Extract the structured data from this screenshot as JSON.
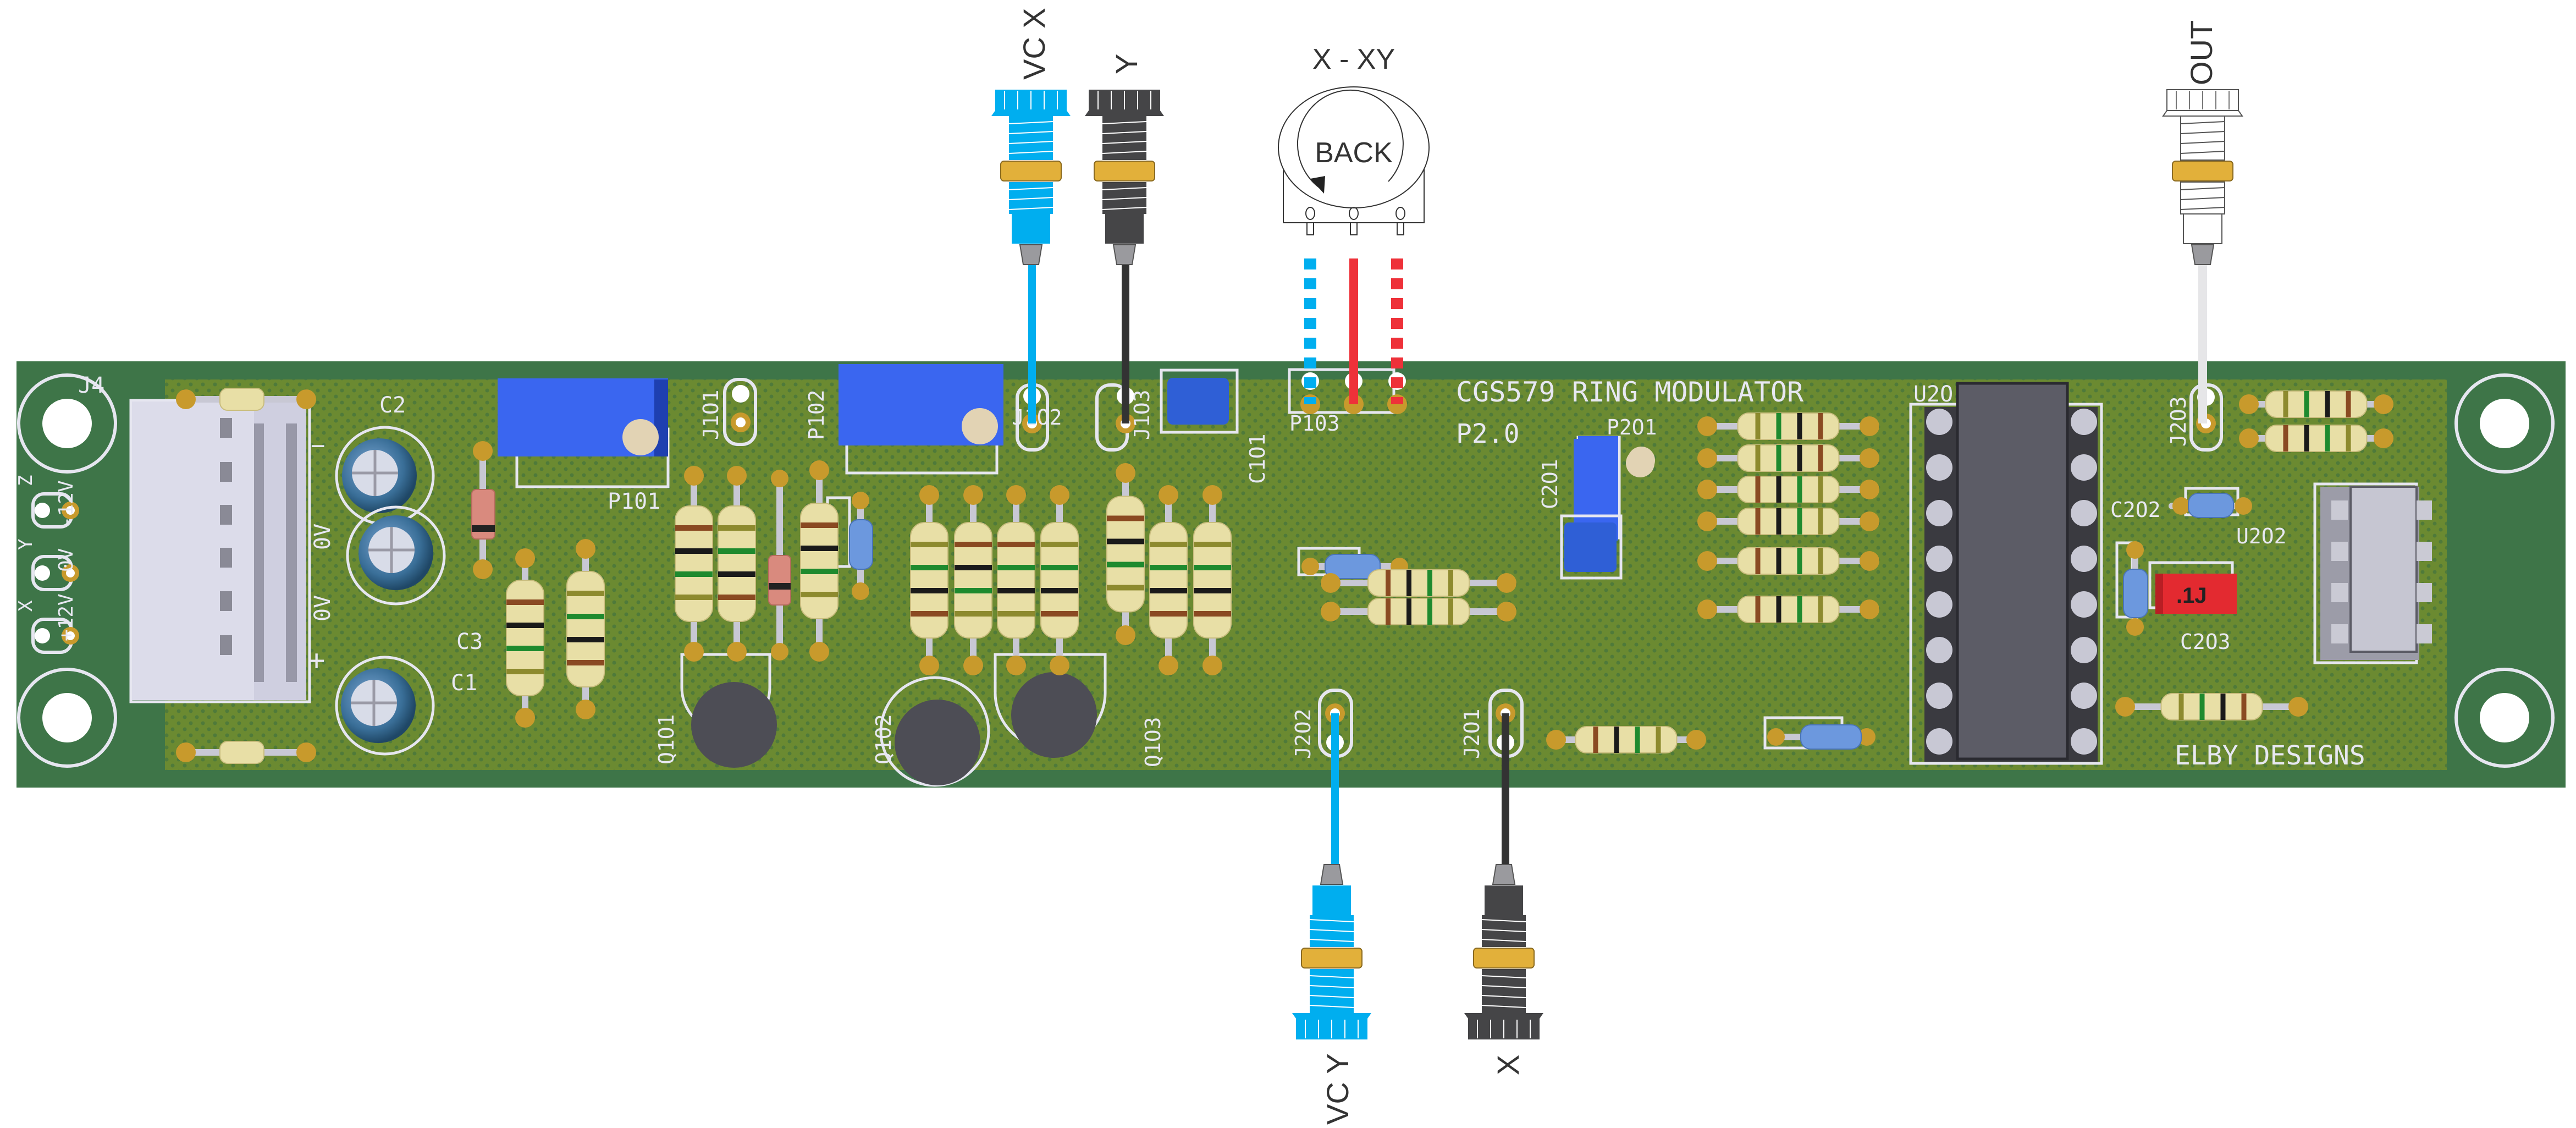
{
  "title": "CGS579 RING MODULATOR wiring diagram",
  "board": {
    "title": "CGS579 RING MODULATOR",
    "version": "P2.0",
    "maker": "ELBY DESIGNS",
    "power_header": {
      "ref": "J4",
      "pins": [
        "+12V",
        "0V",
        "-12V"
      ],
      "side_labels": [
        "X",
        "Y",
        "Z"
      ]
    },
    "cap_polarity": {
      "minus": "−",
      "plus": "+",
      "zero1": "0V",
      "zero2": "0V"
    },
    "refs": {
      "C1": "C1",
      "C2": "C2",
      "C3": "C3",
      "P101": "P101",
      "P102": "P102",
      "P103": "P103",
      "J101": "J1O1",
      "J102": "J1O2",
      "J103": "J1O3",
      "C101": "C1O1",
      "Q101": "Q1O1",
      "Q102": "Q1O2",
      "Q103": "Q1O3",
      "J201": "J2O1",
      "J202": "J2O2",
      "J203": "J2O3",
      "P201": "P2O1",
      "C201": "C2O1",
      "C202": "C2O2",
      "C203": "C2O3",
      "U201": "U2O",
      "U202": "U2O2"
    },
    "c203_marking": ".1J"
  },
  "panel": {
    "jacks": [
      {
        "id": "vcx",
        "label": "VC X",
        "color": "#00aeef",
        "position": "top"
      },
      {
        "id": "y",
        "label": "Y",
        "color": "#454547",
        "position": "top"
      },
      {
        "id": "out",
        "label": "OUT",
        "color": "#ffffff",
        "position": "top"
      },
      {
        "id": "vcy",
        "label": "VC Y",
        "color": "#00aeef",
        "position": "bottom"
      },
      {
        "id": "x",
        "label": "X",
        "color": "#454547",
        "position": "bottom"
      }
    ],
    "pot": {
      "label": "X - XY",
      "face_text": "BACK"
    }
  },
  "wires": {
    "blue": "#00aeef",
    "black": "#333333",
    "red": "#ee3139",
    "white": "#e6e6e8"
  },
  "colors": {
    "pcb_edge": "#3e7548",
    "pcb_fill": "#6a8a30",
    "trimmer": "#3a66f0",
    "gold_nut": "#e2b03a"
  }
}
